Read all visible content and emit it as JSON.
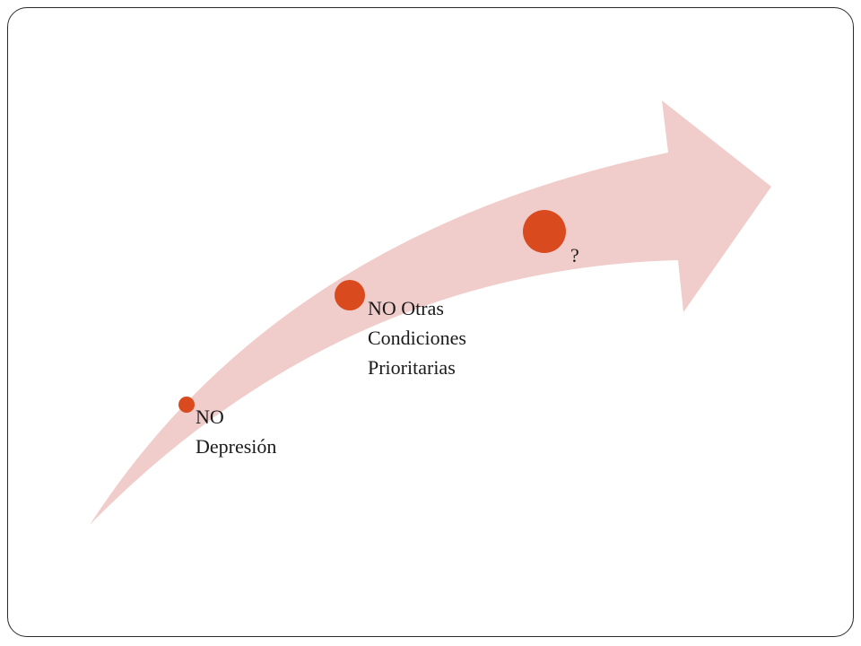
{
  "colors": {
    "arrow": "#f0cdcb",
    "marker": "#d94a1e",
    "border": "#2a2a2a",
    "text": "#1a1a1a"
  },
  "steps": [
    {
      "lines": [
        "NO",
        "Depresión"
      ]
    },
    {
      "lines": [
        "NO Otras",
        "Condiciones",
        "Prioritarias"
      ]
    },
    {
      "lines": [
        "?"
      ]
    }
  ]
}
